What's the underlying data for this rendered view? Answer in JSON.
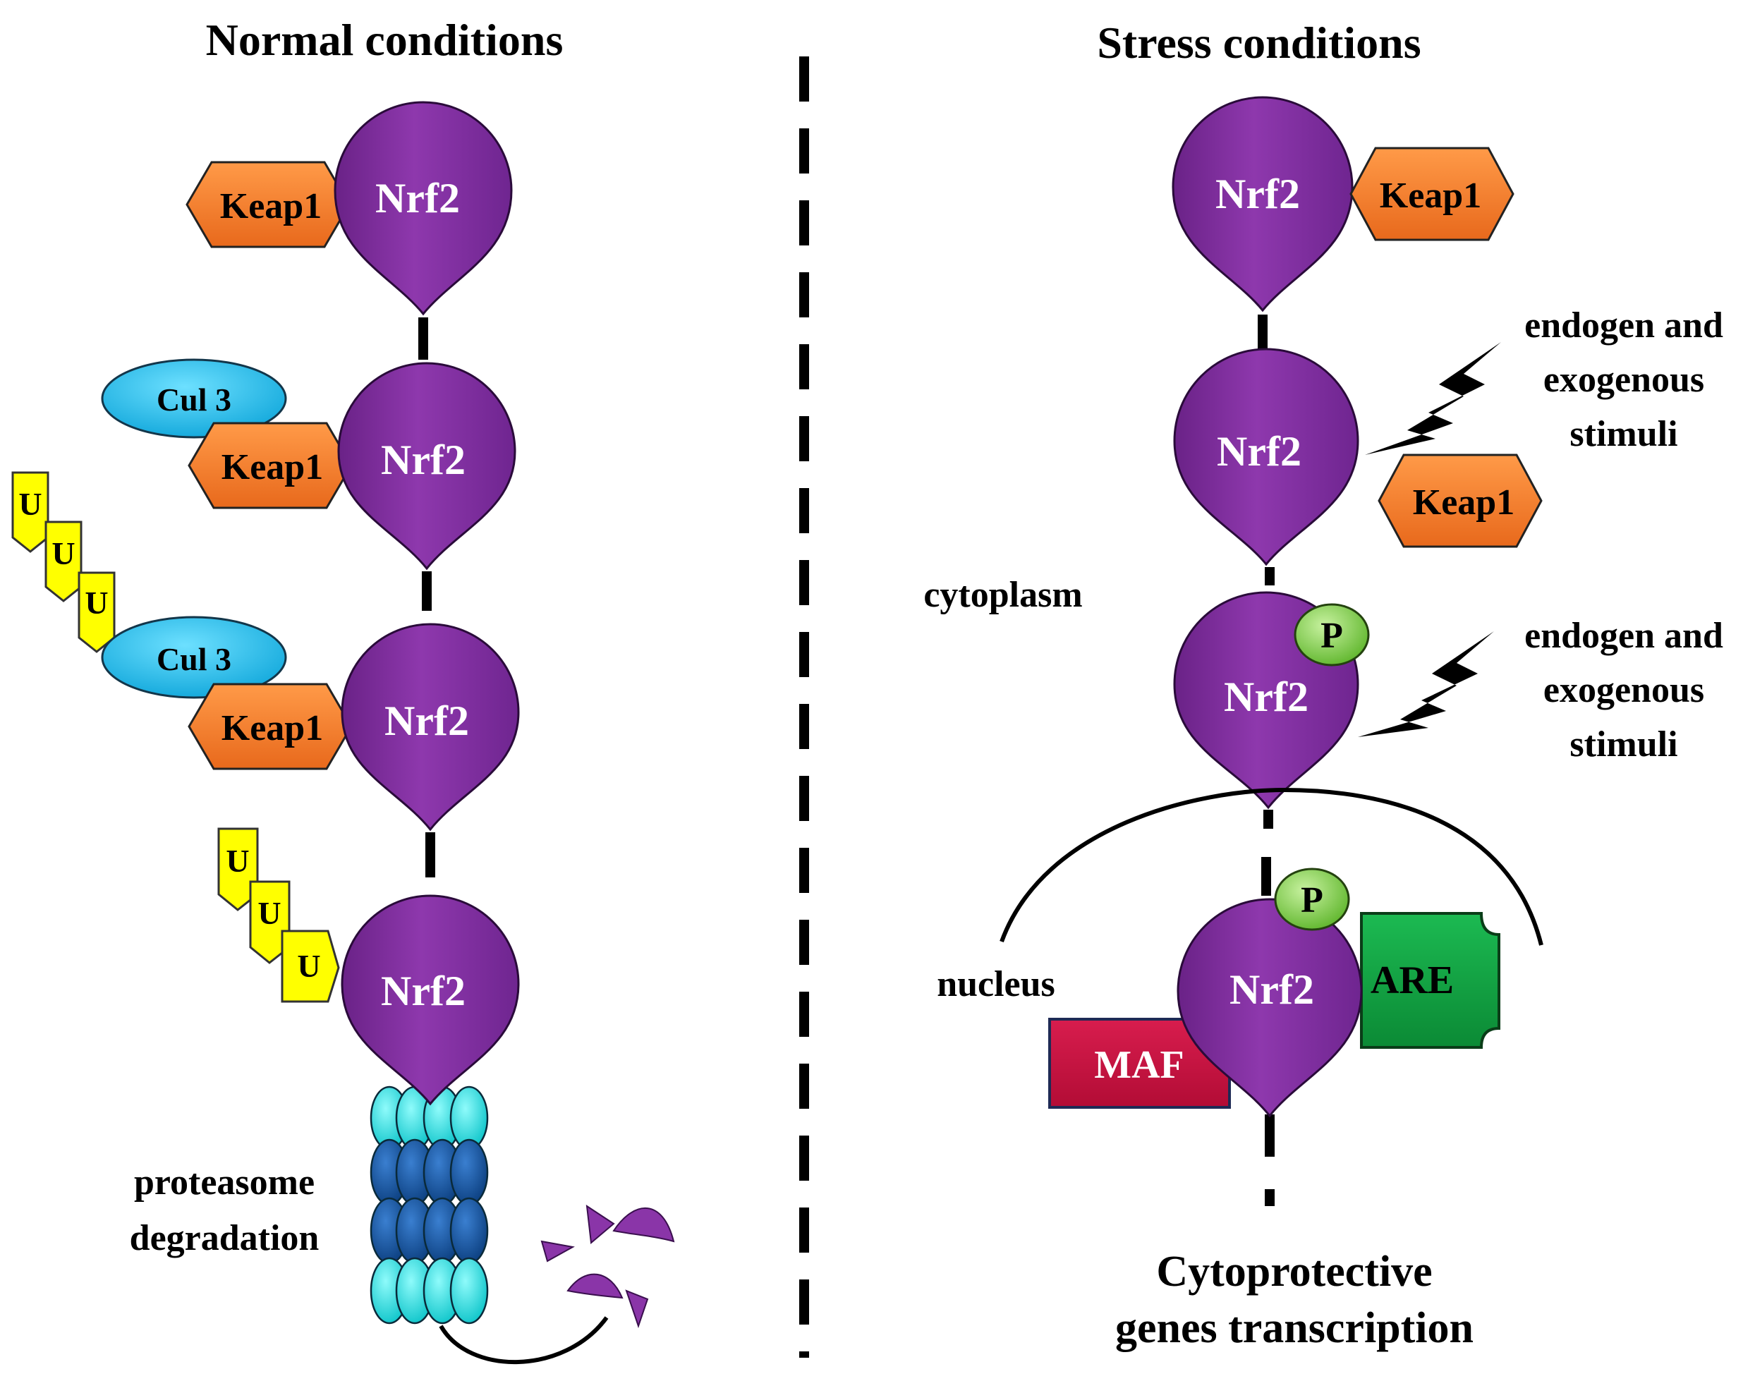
{
  "headings": {
    "left": "Normal conditions",
    "right": "Stress conditions"
  },
  "labels": {
    "nrf2": "Nrf2",
    "keap1": "Keap1",
    "cul3": "Cul 3",
    "ubiquitin": "U",
    "phospho": "P",
    "maf": "MAF",
    "are": "ARE",
    "cytoplasm": "cytoplasm",
    "nucleus": "nucleus",
    "proteasome_line1": "proteasome",
    "proteasome_line2": "degradation",
    "stimuli_line1": "endogen and",
    "stimuli_line2": "exogenous",
    "stimuli_line3": "stimuli",
    "output_line1": "Cytoprotective",
    "output_line2": "genes transcription"
  },
  "colors": {
    "nrf2": "#8a35a8",
    "keap1": "#f07c2a",
    "cul3": "#19b7e8",
    "ubiquitin": "#ffff00",
    "phospho": "#84cf4a",
    "maf": "#c8103e",
    "are": "#12a040",
    "proteasome_light": "#1de4e4",
    "proteasome_dark": "#124f9c",
    "fragments": "#8a35a8"
  },
  "icons": {
    "nrf2": "teardrop-shape",
    "keap1": "hexagon-shape",
    "cul3": "ellipse-shape",
    "ubiquitin": "tag-shape",
    "stimulus": "lightning-bolt-icon",
    "proteasome": "barrel-cylinder-icon"
  }
}
